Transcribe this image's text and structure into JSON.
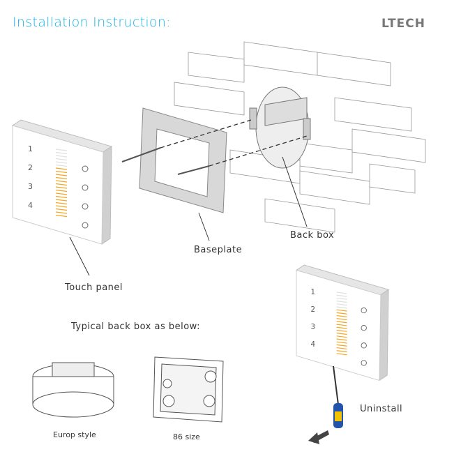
{
  "header": {
    "title": "Installation Instruction:",
    "logo": "LTECH"
  },
  "labels": {
    "touch_panel": "Touch panel",
    "baseplate": "Baseplate",
    "back_box": "Back box",
    "typical": "Typical back box as below:",
    "europ": "Europ style",
    "size86": "86 size",
    "uninstall": "Uninstall"
  },
  "panel": {
    "zone_keys": [
      "1",
      "2",
      "3",
      "4"
    ]
  },
  "colors": {
    "accent": "#1ab2e8",
    "slider": "#f5a623"
  }
}
